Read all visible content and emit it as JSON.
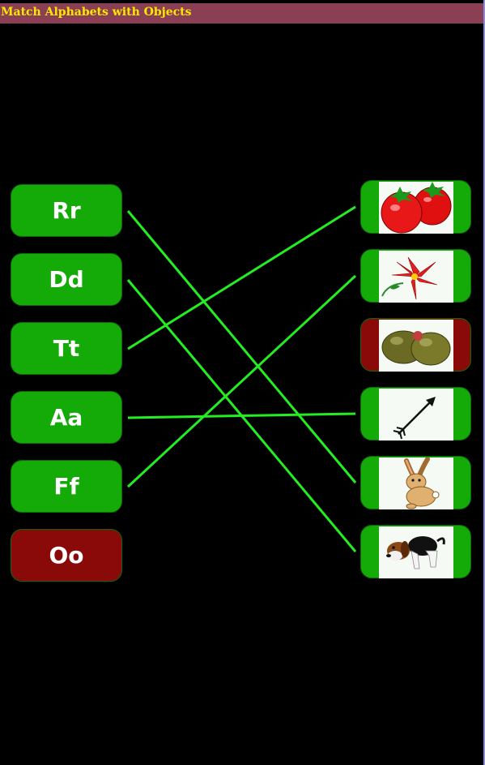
{
  "title": "Match Alphabets with Objects",
  "colors": {
    "matched": "#14aa08",
    "unmatched": "#8a0a0a",
    "line": "#22ee22",
    "title_bg": "#8b3f55",
    "title_text": "#ffe800"
  },
  "letters": [
    {
      "label": "Rr",
      "matched": true
    },
    {
      "label": "Dd",
      "matched": true
    },
    {
      "label": "Tt",
      "matched": true
    },
    {
      "label": "Aa",
      "matched": true
    },
    {
      "label": "Ff",
      "matched": true
    },
    {
      "label": "Oo",
      "matched": false
    }
  ],
  "objects": [
    {
      "icon": "tomato-icon",
      "matched": true
    },
    {
      "icon": "flower-icon",
      "matched": true
    },
    {
      "icon": "olive-icon",
      "matched": false
    },
    {
      "icon": "arrow-icon",
      "matched": true
    },
    {
      "icon": "rabbit-icon",
      "matched": true
    },
    {
      "icon": "dog-icon",
      "matched": true
    }
  ],
  "connections": [
    {
      "letter": 0,
      "object": 4
    },
    {
      "letter": 1,
      "object": 5
    },
    {
      "letter": 2,
      "object": 0
    },
    {
      "letter": 3,
      "object": 3
    },
    {
      "letter": 4,
      "object": 1
    }
  ]
}
